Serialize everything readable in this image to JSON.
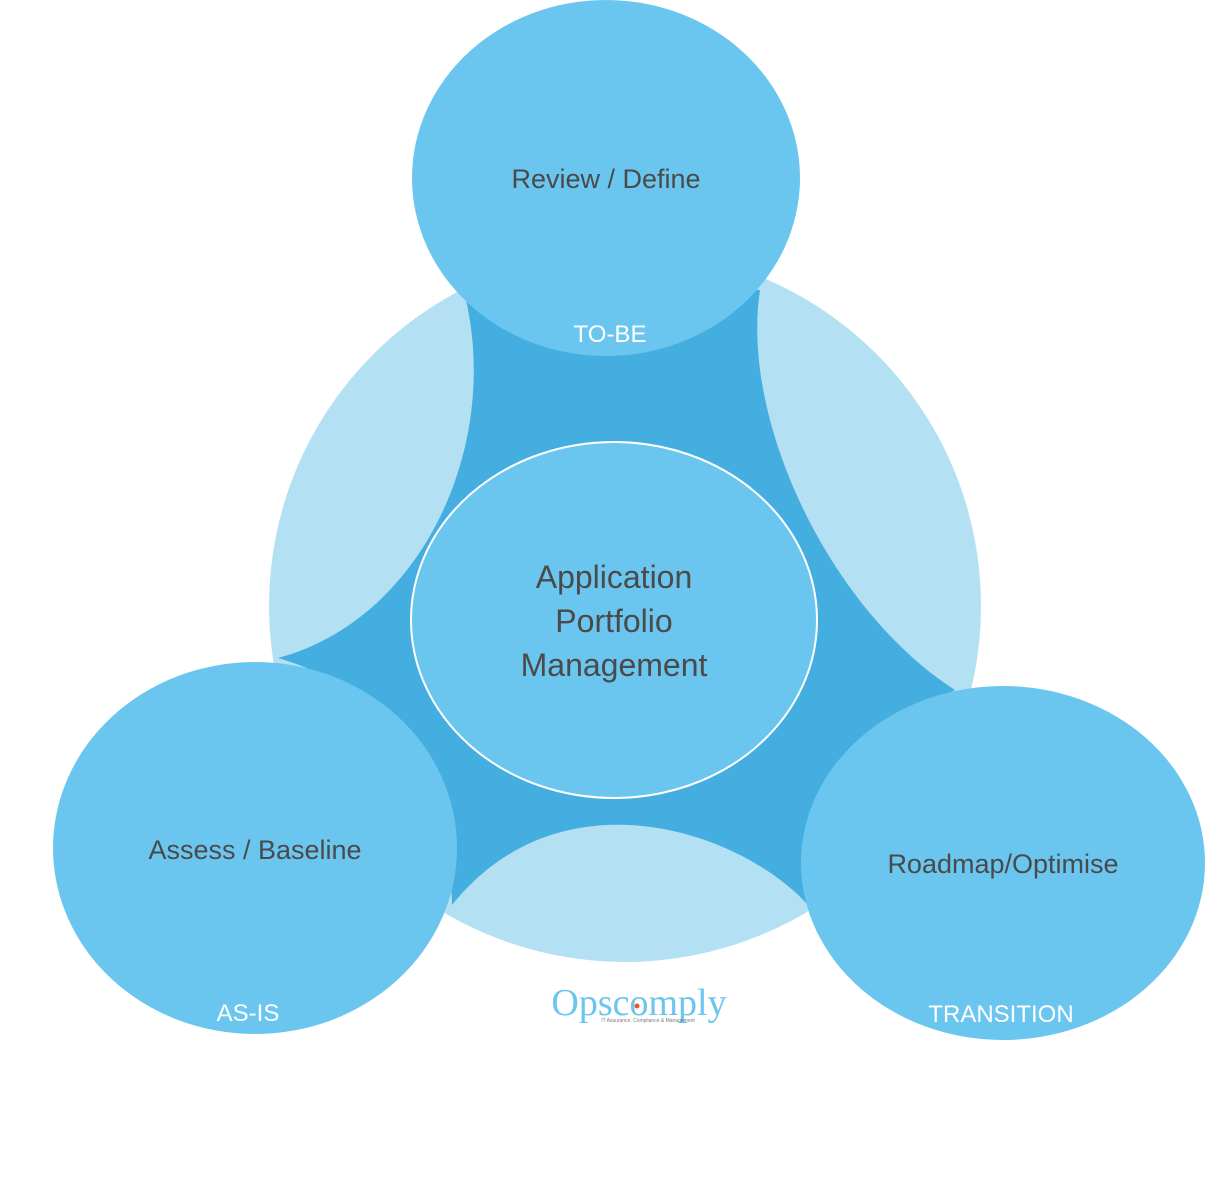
{
  "colors": {
    "outer_ring": "#b4e0f3",
    "inner_core": "#45aee0",
    "node_fill": "#6bc6ef",
    "center_border": "#ffffff",
    "label_text": "#4a4a4a",
    "state_text": "#ffffff",
    "logo_accent": "#6bc6ef",
    "logo_dot": "#e05a2a"
  },
  "center": {
    "lines": [
      "Application",
      "Portfolio",
      "Management"
    ]
  },
  "nodes": [
    {
      "id": "top",
      "label": "Review / Define",
      "state": "TO-BE"
    },
    {
      "id": "bottom-left",
      "label": "Assess / Baseline",
      "state": "AS-IS"
    },
    {
      "id": "bottom-right",
      "label": "Roadmap/Optimise",
      "state": "TRANSITION"
    }
  ],
  "logo": {
    "text": "Opscomply",
    "tagline": "IT Assurance, Compliance & Management"
  }
}
